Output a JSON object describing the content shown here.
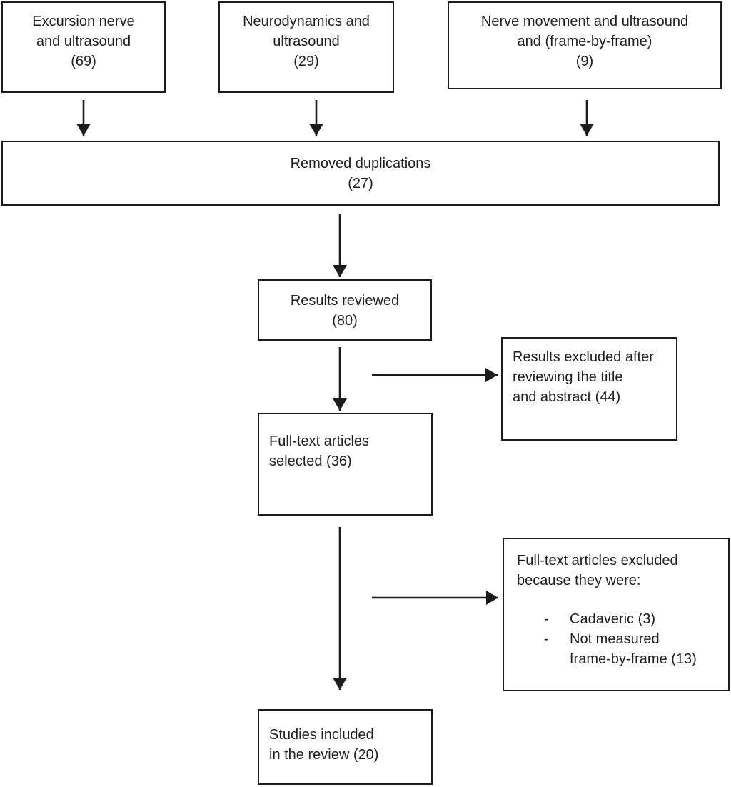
{
  "diagram": {
    "title": "Literature search flow diagram",
    "colors": {
      "background": "#ffffff",
      "box_fill": "#ffffff",
      "border": "#1c1c1c",
      "text": "#1e1e1e",
      "arrow": "#1c1c1c"
    },
    "boxes": {
      "excursion": {
        "lines": [
          "Excursion nerve",
          "and ultrasound",
          "(69)"
        ]
      },
      "neurodynamics": {
        "lines": [
          "Neurodynamics and",
          "ultrasound",
          "(29)"
        ]
      },
      "nerve_movement": {
        "lines": [
          "Nerve movement and ultrasound",
          "and (frame-by-frame)",
          "(9)"
        ]
      },
      "removed_duplications": {
        "lines": [
          "Removed duplications",
          "(27)"
        ]
      },
      "results_reviewed": {
        "lines": [
          "Results reviewed",
          "(80)"
        ]
      },
      "results_excluded": {
        "lines": [
          "Results excluded after",
          "reviewing the title",
          "and abstract (44)"
        ]
      },
      "fulltext_selected": {
        "lines": [
          "Full-text articles",
          "selected (36)"
        ]
      },
      "fulltext_excluded": {
        "lines": [
          "Full-text articles excluded",
          "because they were:"
        ],
        "list": [
          {
            "bullet": "-",
            "text": "Cadaveric (3)"
          },
          {
            "bullet": "-",
            "text": "Not measured"
          },
          {
            "bullet": "",
            "text": "frame-by-frame (13)"
          }
        ]
      },
      "studies_included": {
        "lines": [
          "Studies included",
          "in the review (20)"
        ]
      }
    }
  }
}
